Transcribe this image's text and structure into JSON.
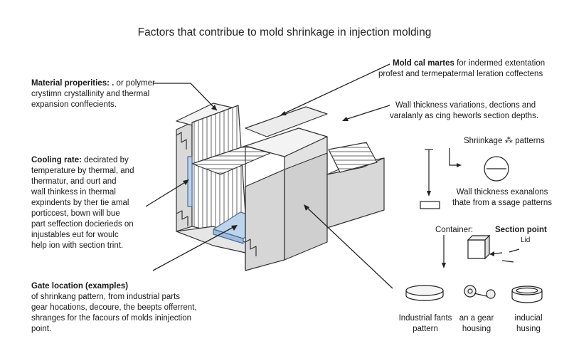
{
  "title": "Factors that contribue to mold shrinkage in injection molding",
  "material": {
    "heading": "Material properities: .",
    "heading_rest": " or polymer",
    "lines": [
      "crystimn crystallinity and thermal",
      "expansion conffecients."
    ]
  },
  "cooling": {
    "heading": "Cooling rate:",
    "heading_rest": " decirated by",
    "lines": [
      "temperature by thermal, and",
      "thermatur, and ourt and",
      "wall thinkess in thermal",
      "expindents by ther tie amal",
      "porticcest, bown will bue",
      "part seffection docierieds on",
      "injustables eut for woulc",
      "help ion with section trint."
    ]
  },
  "gate": {
    "heading": "Gate location (examples)",
    "lines": [
      "of shrinkang pattern, from industrial parts",
      "gear hocations, decoure, the beepts offerrent,",
      "shranges for the facours of molds ininjection",
      "point."
    ]
  },
  "mold_cal": {
    "heading": "Mold cal martes",
    "heading_rest": " for indermed extentation",
    "line2": "profest and termepatermal leration coffectens"
  },
  "wall_var": {
    "lines": [
      "Wall thickness variations, dections and",
      "varalanly as cing heworls section depths."
    ]
  },
  "shrinkage": {
    "label": "Shriinkage ⁂ patterns"
  },
  "wall_exp": {
    "lines": [
      "Wall thickness exanalons",
      "thate from a ssage patterns"
    ]
  },
  "container": {
    "label": "Container:"
  },
  "section_point": {
    "label": "Section point",
    "sub": "Lid"
  },
  "parts": [
    {
      "lines": [
        "Industrial fants",
        "pattern"
      ]
    },
    {
      "lines": [
        "an a gear",
        "housing"
      ]
    },
    {
      "lines": [
        "inducial",
        "husing"
      ]
    }
  ]
}
